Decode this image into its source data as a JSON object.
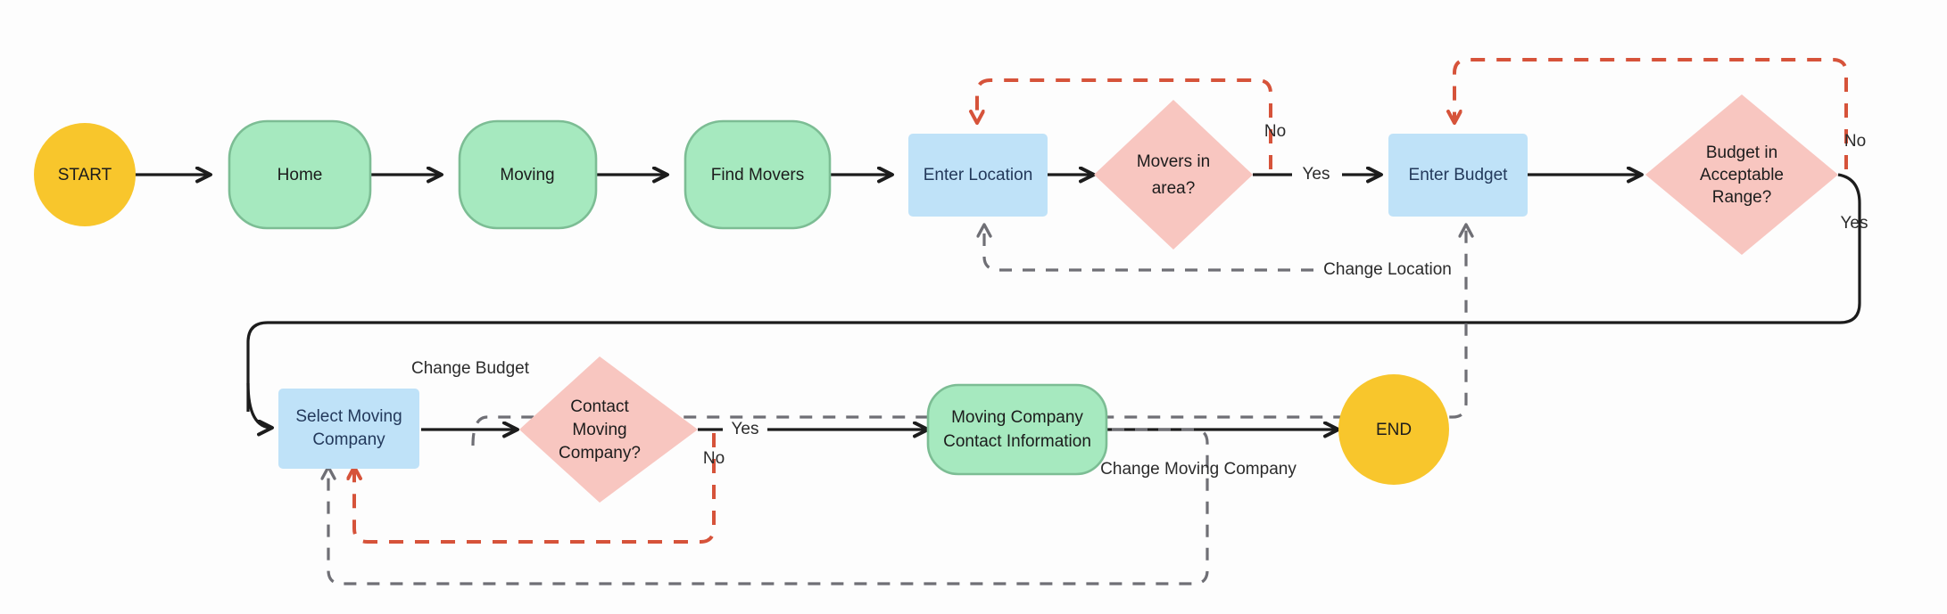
{
  "diagram": {
    "title": "Moving Company Booking Flowchart",
    "background": "#fdfdfd",
    "colors": {
      "terminal_fill": "#f8c62c",
      "process_fill": "#a6e9bf",
      "process_stroke": "#7cbd94",
      "input_fill": "#bfe2f8",
      "decision_fill": "#f8c6c0",
      "solid_edge": "#1c1c1c",
      "gray_dashed_edge": "#6f6f75",
      "red_dashed_edge": "#d6533a",
      "label_text": "#1c1c1c",
      "input_text": "#23395b"
    },
    "nodes": [
      {
        "id": "start",
        "label": "START",
        "shape": "circle",
        "fill": "terminal"
      },
      {
        "id": "home",
        "label": "Home",
        "shape": "rounded",
        "fill": "process"
      },
      {
        "id": "moving",
        "label": "Moving",
        "shape": "rounded",
        "fill": "process"
      },
      {
        "id": "find_movers",
        "label": "Find Movers",
        "shape": "rounded",
        "fill": "process"
      },
      {
        "id": "enter_location",
        "label": "Enter Location",
        "shape": "rect",
        "fill": "input"
      },
      {
        "id": "movers_area",
        "label": "Movers in area?",
        "shape": "diamond",
        "fill": "decision"
      },
      {
        "id": "enter_budget",
        "label": "Enter Budget",
        "shape": "rect",
        "fill": "input"
      },
      {
        "id": "budget_range",
        "label": "Budget in Acceptable Range?",
        "shape": "diamond",
        "fill": "decision"
      },
      {
        "id": "select_company",
        "label": "Select Moving Company",
        "shape": "rect",
        "fill": "input"
      },
      {
        "id": "contact_company",
        "label": "Contact Moving Company?",
        "shape": "diamond",
        "fill": "decision"
      },
      {
        "id": "contact_info",
        "label": "Moving Company Contact Information",
        "shape": "rounded",
        "fill": "process"
      },
      {
        "id": "end",
        "label": "END",
        "shape": "circle",
        "fill": "terminal"
      }
    ],
    "node_text_lines": {
      "start": [
        "START"
      ],
      "home": [
        "Home"
      ],
      "moving": [
        "Moving"
      ],
      "find_movers": [
        "Find Movers"
      ],
      "enter_location": [
        "Enter Location"
      ],
      "movers_area": [
        "Movers in",
        "area?"
      ],
      "enter_budget": [
        "Enter Budget"
      ],
      "budget_range": [
        "Budget in",
        "Acceptable",
        "Range?"
      ],
      "select_company": [
        "Select Moving",
        "Company"
      ],
      "contact_company": [
        "Contact",
        "Moving",
        "Company?"
      ],
      "contact_info": [
        "Moving Company",
        "Contact Information"
      ],
      "end": [
        "END"
      ]
    },
    "edge_labels": [
      {
        "id": "movers-no",
        "text": "No",
        "style": "plain"
      },
      {
        "id": "movers-yes",
        "text": "Yes",
        "style": "plain"
      },
      {
        "id": "budget-no",
        "text": "No",
        "style": "plain"
      },
      {
        "id": "budget-yes",
        "text": "Yes",
        "style": "plain"
      },
      {
        "id": "change-location",
        "text": "Change Location",
        "style": "plain"
      },
      {
        "id": "change-budget",
        "text": "Change Budget",
        "style": "plain"
      },
      {
        "id": "contact-yes",
        "text": "Yes",
        "style": "plain"
      },
      {
        "id": "contact-no",
        "text": "No",
        "style": "plain"
      },
      {
        "id": "change-moving-company",
        "text": "Change Moving Company",
        "style": "plain"
      }
    ],
    "edges": [
      {
        "from": "start",
        "to": "home",
        "kind": "solid"
      },
      {
        "from": "home",
        "to": "moving",
        "kind": "solid"
      },
      {
        "from": "moving",
        "to": "find_movers",
        "kind": "solid"
      },
      {
        "from": "find_movers",
        "to": "enter_location",
        "kind": "solid"
      },
      {
        "from": "enter_location",
        "to": "movers_area",
        "kind": "solid"
      },
      {
        "from": "movers_area",
        "to": "enter_location",
        "kind": "red-dashed",
        "label": "No"
      },
      {
        "from": "movers_area",
        "to": "enter_budget",
        "kind": "solid",
        "label": "Yes"
      },
      {
        "from": "enter_budget",
        "to": "budget_range",
        "kind": "solid"
      },
      {
        "from": "budget_range",
        "to": "enter_budget",
        "kind": "red-dashed",
        "label": "No"
      },
      {
        "from": "budget_range",
        "to": "select_company",
        "kind": "solid",
        "label": "Yes"
      },
      {
        "from": "select_company",
        "to": "contact_company",
        "kind": "solid"
      },
      {
        "from": "contact_company",
        "to": "contact_info",
        "kind": "solid",
        "label": "Yes"
      },
      {
        "from": "contact_company",
        "to": "select_company",
        "kind": "red-dashed",
        "label": "No"
      },
      {
        "from": "contact_info",
        "to": "end",
        "kind": "solid"
      },
      {
        "from": "contact_info",
        "to": "enter_location",
        "kind": "gray-dashed",
        "label": "Change Location"
      },
      {
        "from": "contact_info",
        "to": "enter_budget",
        "kind": "gray-dashed",
        "label": "Change Budget"
      },
      {
        "from": "contact_info",
        "to": "select_company",
        "kind": "gray-dashed",
        "label": "Change Moving Company"
      }
    ]
  }
}
